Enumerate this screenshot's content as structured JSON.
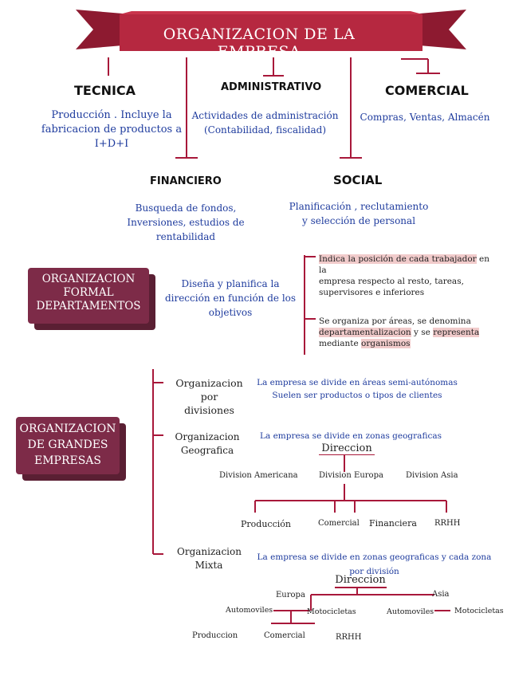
{
  "title": "ORGANIZACION DE LA EMPRESA",
  "areas": {
    "tecnica": {
      "heading": "TECNICA",
      "desc": [
        "Producción . Incluye la",
        "fabricacion de productos a",
        "I+D+I"
      ]
    },
    "administrativo": {
      "heading": "ADMINISTRATIVO",
      "desc": [
        "Actividades de administración",
        "(Contabilidad, fiscalidad)"
      ]
    },
    "comercial": {
      "heading": "COMERCIAL",
      "desc": [
        "Compras, Ventas, Almacén"
      ]
    },
    "financiero": {
      "heading": "FINANCIERO",
      "desc": [
        "Busqueda de fondos,",
        "Inversiones, estudios de",
        "rentabilidad"
      ]
    },
    "social": {
      "heading": "SOCIAL",
      "desc": [
        "Planificación , reclutamiento",
        "y selección de personal"
      ]
    }
  },
  "formal": {
    "box": [
      "ORGANIZACION",
      "FORMAL",
      "DEPARTAMENTOS"
    ],
    "desc": [
      "Diseña y planifica la",
      "dirección en función de los",
      "objetivos"
    ],
    "note1": {
      "pre": "",
      "hl": "Indica la posición de cada trabajador",
      "post": " en la",
      "lines": [
        "empresa respecto al resto, tareas,",
        "supervisores e inferiores"
      ]
    },
    "note2": {
      "line1": "Se organiza por áreas, se denomina",
      "hl1": "departamentalizacion",
      "mid": " y se ",
      "hl2": "representa",
      "line3pre": "mediante ",
      "hl3": "organismos"
    }
  },
  "grandes": {
    "box": [
      "ORGANIZACION",
      "DE GRANDES",
      "EMPRESAS"
    ],
    "divisiones": {
      "label": [
        "Organizacion por",
        "divisiones"
      ],
      "desc": [
        "La empresa se divide en áreas semi-autónomas",
        "Suelen ser productos o tipos de clientes"
      ]
    },
    "geografica": {
      "label": [
        "Organizacion",
        "Geografica"
      ],
      "desc": "La empresa se divide en zonas geograficas",
      "top": "Direccion",
      "divisions": [
        "Division Americana",
        "Division Europa",
        "Division Asia"
      ],
      "depts": [
        "Producción",
        "Comercial",
        "Financiera",
        "RRHH"
      ]
    },
    "mixta": {
      "label": [
        "Organizacion",
        "Mixta"
      ],
      "desc": "La empresa se divide en zonas geograficas y cada zona por división",
      "top": "Direccion",
      "regions": [
        "Europa",
        "Asia"
      ],
      "europa_divs": [
        "Automoviles",
        "Motocicletas"
      ],
      "asia_divs": [
        "Automoviles",
        "Motocicletas"
      ],
      "depts": [
        "Produccion",
        "Comercial",
        "RRHH"
      ]
    }
  },
  "colors": {
    "accent": "#a8183a",
    "box": "#7d2b48",
    "text_blue": "#1f3c9e"
  }
}
